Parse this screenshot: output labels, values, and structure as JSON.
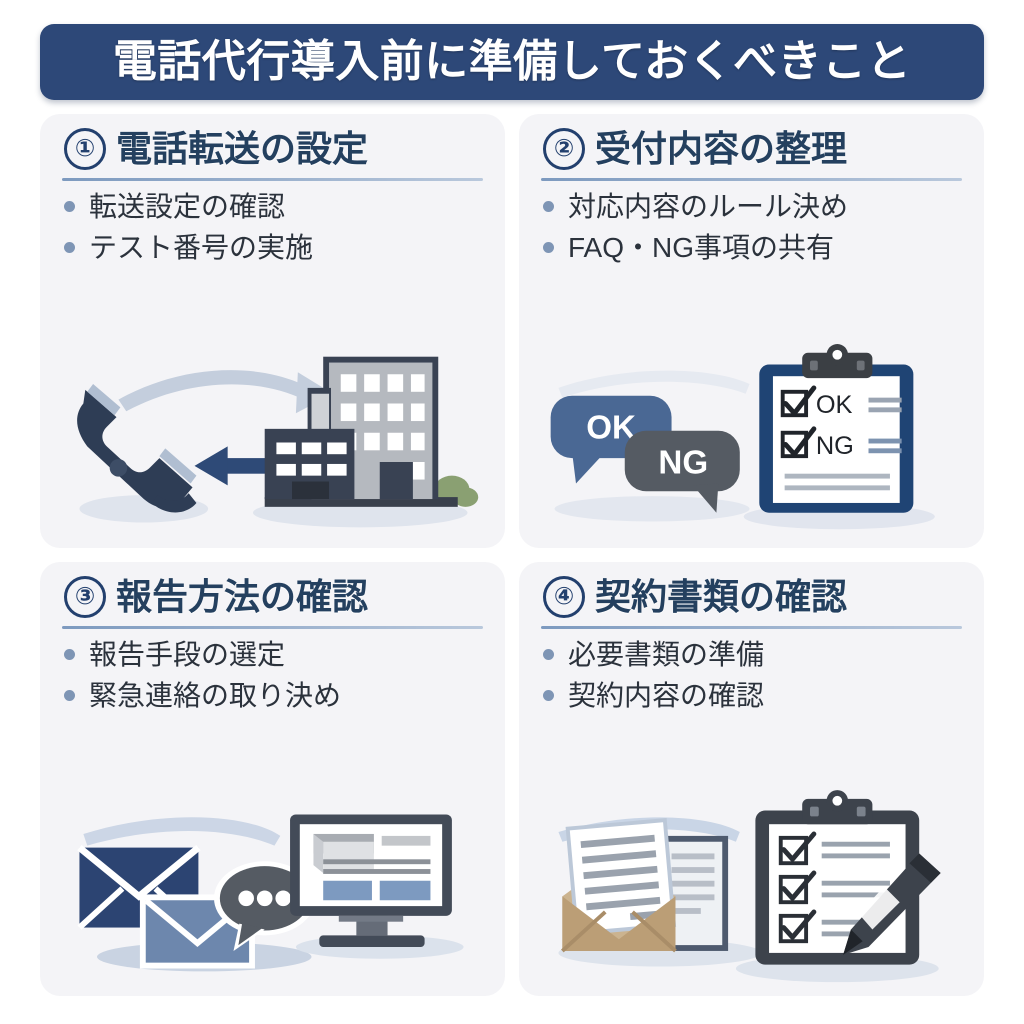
{
  "banner": {
    "title": "電話代行導入前に準備しておくべきこと",
    "background_color": "#2d4878",
    "text_color": "#ffffff"
  },
  "theme": {
    "page_background": "#ffffff",
    "card_background": "#f4f4f7",
    "heading_color": "#24405f",
    "body_text_color": "#2b323c",
    "bullet_color": "#7e95b5",
    "divider_color": "#8ba4c4",
    "accent_navy": "#23406e",
    "accent_slate": "#4a515c"
  },
  "cards": [
    {
      "number": "①",
      "title": "電話転送の設定",
      "bullets": [
        "転送設定の確認",
        "テスト番号の実施"
      ],
      "illustration": "phone-forwarding-to-office-building"
    },
    {
      "number": "②",
      "title": "受付内容の整理",
      "bullets": [
        "対応内容のルール決め",
        "FAQ・NG事項の共有"
      ],
      "illustration": "ok-ng-speech-bubbles-with-checklist-clipboard",
      "labels": {
        "bubble_ok": "OK",
        "bubble_ng": "NG",
        "check_ok": "OK",
        "check_ng": "NG"
      }
    },
    {
      "number": "③",
      "title": "報告方法の確認",
      "bullets": [
        "報告手段の選定",
        "緊急連絡の取り決め"
      ],
      "illustration": "envelopes-chat-bubble-and-monitor"
    },
    {
      "number": "④",
      "title": "契約書類の確認",
      "bullets": [
        "必要書類の準備",
        "契約内容の確認"
      ],
      "illustration": "documents-envelope-clipboard-and-pen"
    }
  ]
}
